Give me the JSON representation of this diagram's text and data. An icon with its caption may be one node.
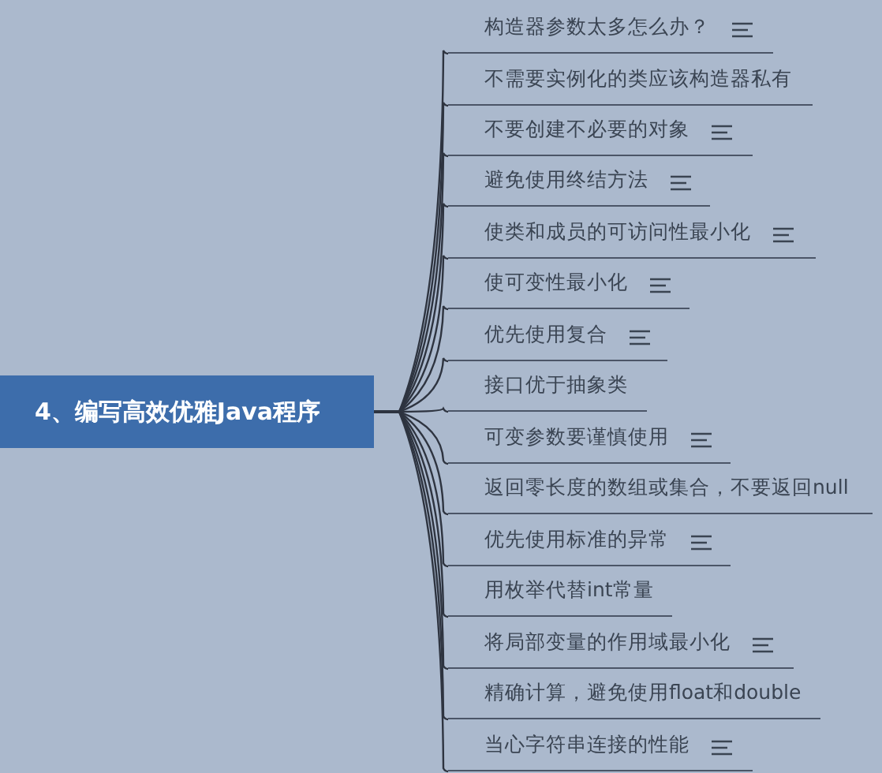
{
  "diagram": {
    "nodes": [
      {
        "text": [
          "4、编写高效优雅Java程序"
        ]
      },
      {
        "text": [
          "构造器参数太多怎么办？"
        ]
      },
      {
        "text": [
          "不需要实例化的类应该构造器私有"
        ]
      },
      {
        "text": [
          "不要创建不必要的对象"
        ]
      },
      {
        "text": [
          "避免使用终结方法"
        ]
      },
      {
        "text": [
          "使类和成员的可访问性最小化"
        ]
      },
      {
        "text": [
          "使可变性最小化"
        ]
      },
      {
        "text": [
          "优先使用复合"
        ]
      },
      {
        "text": [
          "接口优于抽象类"
        ]
      },
      {
        "text": [
          "可变参数要谨慎使用"
        ]
      },
      {
        "text": [
          "返回零长度的数组或集合，不要返回null"
        ]
      },
      {
        "text": [
          "优先使用标准的异常"
        ]
      },
      {
        "text": [
          "用枚举代替int常量"
        ]
      },
      {
        "text": [
          "将局部变量的作用域最小化"
        ]
      },
      {
        "text": [
          "精确计算，避免使用float和double"
        ]
      },
      {
        "text": [
          "当心字符串连接的性能"
        ]
      }
    ],
    "edges": [
      {
        "from": 0,
        "to": 1,
        "arrow": "none"
      },
      {
        "from": 0,
        "to": 2,
        "arrow": "none"
      },
      {
        "from": 0,
        "to": 3,
        "arrow": "none"
      },
      {
        "from": 0,
        "to": 4,
        "arrow": "none"
      },
      {
        "from": 0,
        "to": 5,
        "arrow": "none"
      },
      {
        "from": 0,
        "to": 6,
        "arrow": "none"
      },
      {
        "from": 0,
        "to": 7,
        "arrow": "none"
      },
      {
        "from": 0,
        "to": 8,
        "arrow": "none"
      },
      {
        "from": 0,
        "to": 9,
        "arrow": "none"
      },
      {
        "from": 0,
        "to": 10,
        "arrow": "none"
      },
      {
        "from": 0,
        "to": 11,
        "arrow": "none"
      },
      {
        "from": 0,
        "to": 12,
        "arrow": "none"
      },
      {
        "from": 0,
        "to": 13,
        "arrow": "none"
      },
      {
        "from": 0,
        "to": 14,
        "arrow": "none"
      },
      {
        "from": 0,
        "to": 15,
        "arrow": "none"
      }
    ]
  }
}
